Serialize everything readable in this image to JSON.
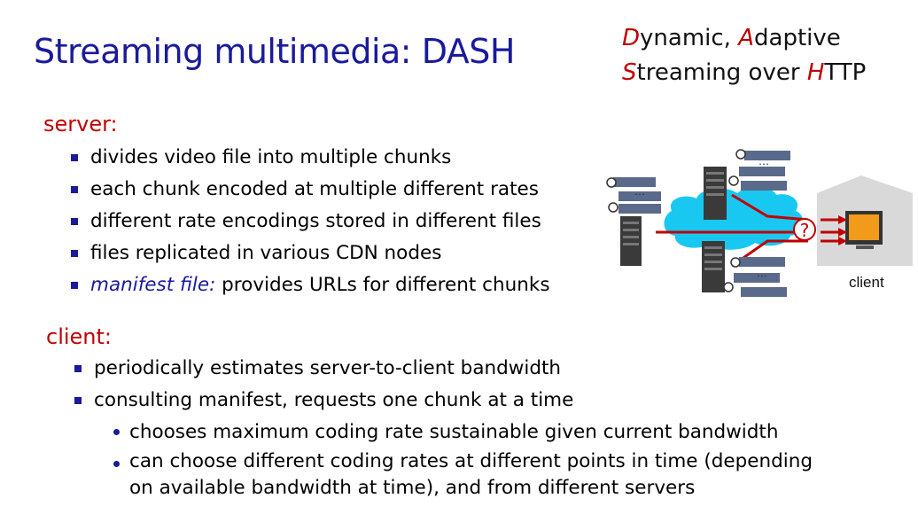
{
  "title": "Streaming multimedia: DASH",
  "acronym": {
    "line1": [
      {
        "text": "D",
        "hl": true
      },
      {
        "text": "ynamic, ",
        "hl": false
      },
      {
        "text": "A",
        "hl": true
      },
      {
        "text": "daptive",
        "hl": false
      }
    ],
    "line2": [
      {
        "text": "S",
        "hl": true
      },
      {
        "text": "treaming over ",
        "hl": false
      },
      {
        "text": "H",
        "hl": true
      },
      {
        "text": "TTP",
        "hl": false
      }
    ]
  },
  "server": {
    "heading": "server:",
    "items": [
      "divides video file into multiple chunks",
      "each chunk encoded at multiple different rates",
      "different rate encodings stored in different files",
      "files replicated in various CDN nodes"
    ],
    "manifest_label": "manifest file:",
    "manifest_text": " provides URLs for different chunks"
  },
  "client": {
    "heading": "client:",
    "items": [
      "periodically estimates server-to-client bandwidth",
      "consulting manifest, requests one chunk at a time"
    ],
    "subitems": [
      "chooses maximum coding rate sustainable given current bandwidth",
      "can choose different coding rates at different points in time (depending",
      "on available bandwidth at time), and from different servers"
    ]
  },
  "diagram": {
    "client_label": "client",
    "question_mark": "?",
    "ellipsis": "…",
    "colors": {
      "cloud": "#19c8f0",
      "arrow": "#c00000",
      "house": "#d9d9d9",
      "monitor": "#f29a1a"
    }
  }
}
